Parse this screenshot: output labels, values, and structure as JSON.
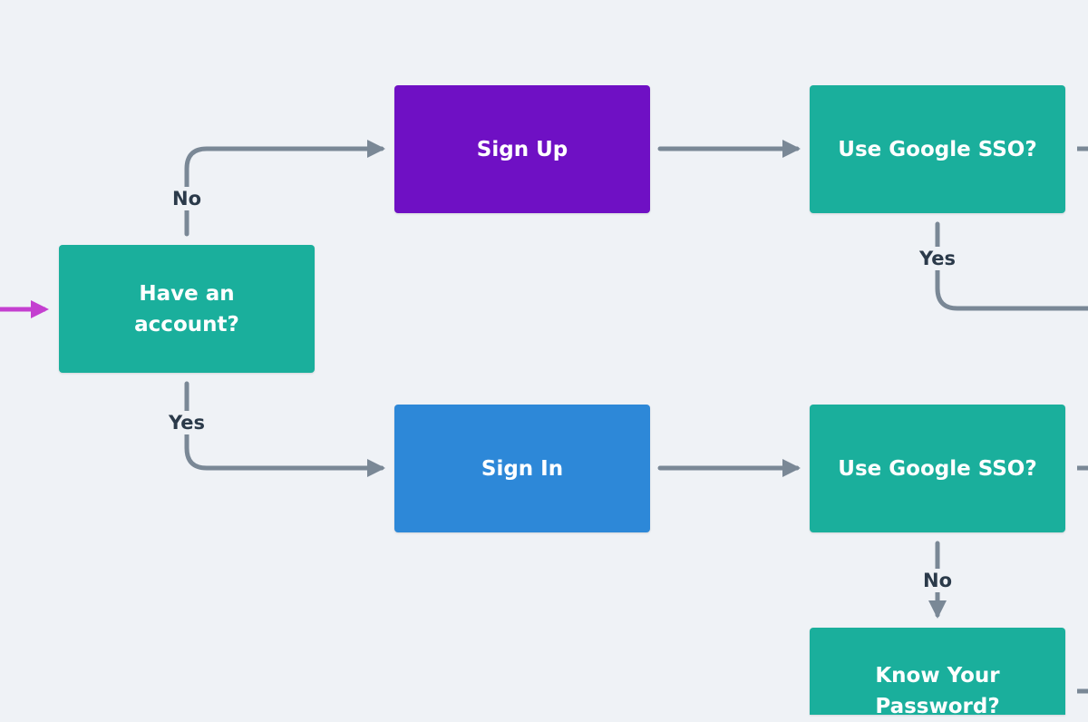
{
  "colors": {
    "background": "#eff2f6",
    "decision": "#1aaf9c",
    "sign_up": "#6f10c4",
    "sign_in": "#2d88d8",
    "edge": "#7a8896",
    "entry_edge": "#c43fd0",
    "label_text": "#2b3a4a"
  },
  "nodes": {
    "have_account": "Have an account?",
    "sign_up": "Sign Up",
    "sign_in": "Sign In",
    "google_sso_top": "Use Google SSO?",
    "google_sso_bottom": "Use Google SSO?",
    "know_password": "Know Your Password?"
  },
  "edge_labels": {
    "no_to_sign_up": "No",
    "yes_to_sign_in": "Yes",
    "yes_sso_top": "Yes",
    "no_sso_bottom": "No"
  }
}
